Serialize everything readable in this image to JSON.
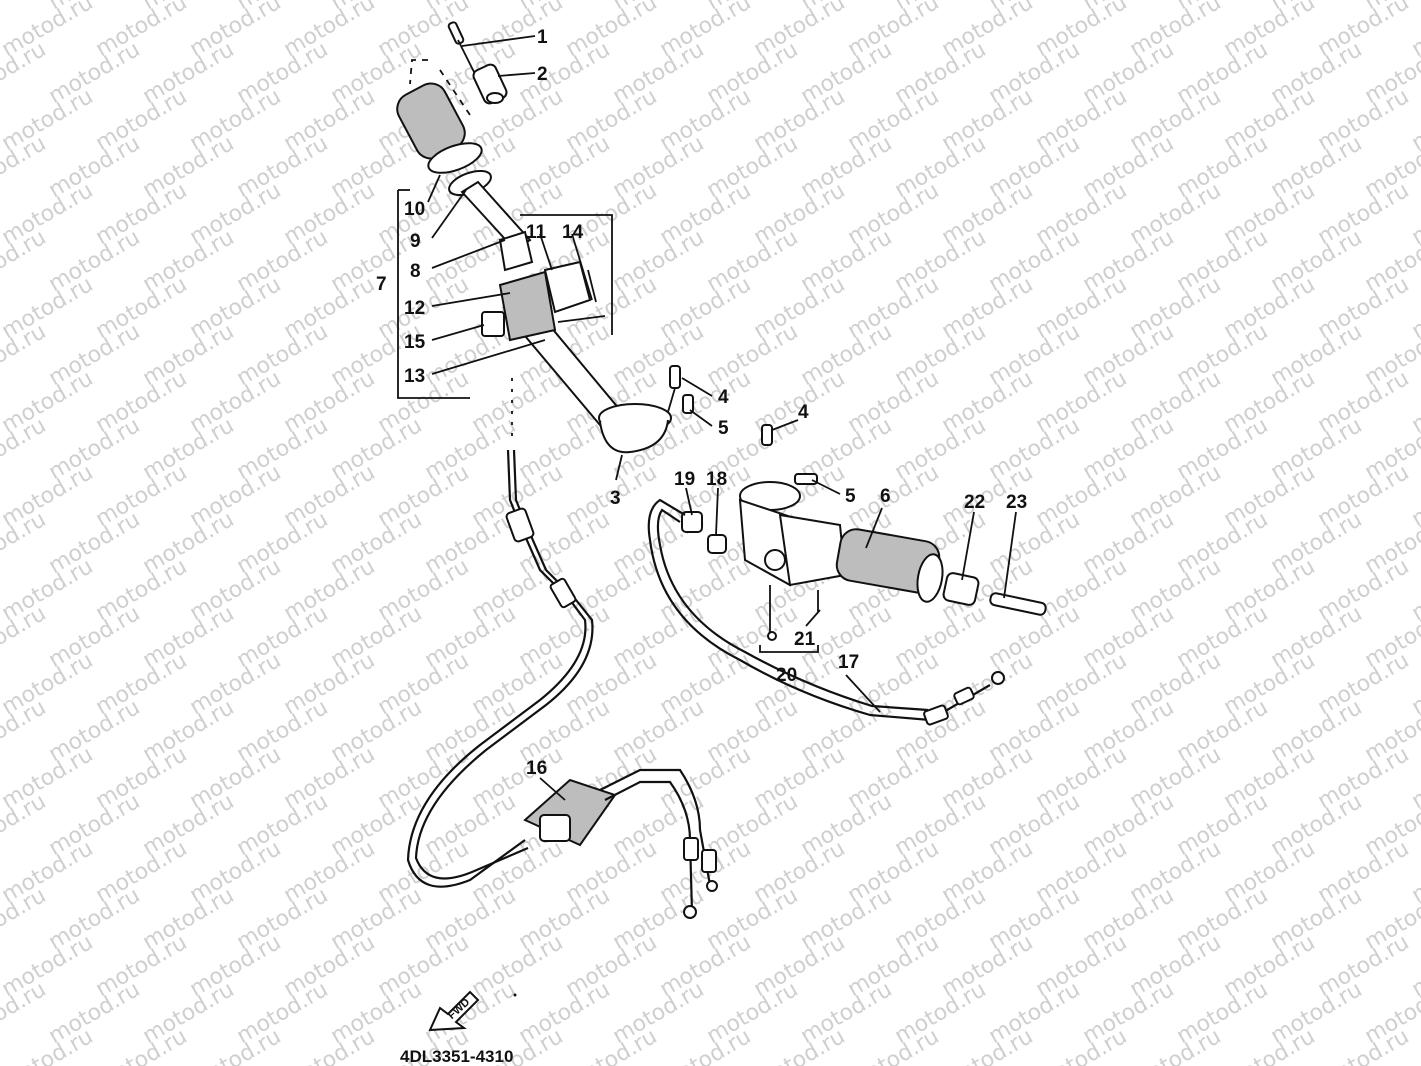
{
  "watermark": {
    "text": "motod.ru"
  },
  "diagram_code": "4DL3351-4310",
  "fwd_label": "FWD",
  "callouts": [
    {
      "id": "c1",
      "text": "1"
    },
    {
      "id": "c2",
      "text": "2"
    },
    {
      "id": "c10",
      "text": "10"
    },
    {
      "id": "c9",
      "text": "9"
    },
    {
      "id": "c8",
      "text": "8"
    },
    {
      "id": "c7",
      "text": "7"
    },
    {
      "id": "c11",
      "text": "11"
    },
    {
      "id": "c14",
      "text": "14"
    },
    {
      "id": "c12",
      "text": "12"
    },
    {
      "id": "c15",
      "text": "15"
    },
    {
      "id": "c13",
      "text": "13"
    },
    {
      "id": "c4a",
      "text": "4"
    },
    {
      "id": "c5a",
      "text": "5"
    },
    {
      "id": "c3",
      "text": "3"
    },
    {
      "id": "c4b",
      "text": "4"
    },
    {
      "id": "c5b",
      "text": "5"
    },
    {
      "id": "c6",
      "text": "6"
    },
    {
      "id": "c19",
      "text": "19"
    },
    {
      "id": "c18",
      "text": "18"
    },
    {
      "id": "c22",
      "text": "22"
    },
    {
      "id": "c23",
      "text": "23"
    },
    {
      "id": "c21",
      "text": "21"
    },
    {
      "id": "c20",
      "text": "20"
    },
    {
      "id": "c17",
      "text": "17"
    },
    {
      "id": "c16",
      "text": "16"
    }
  ]
}
